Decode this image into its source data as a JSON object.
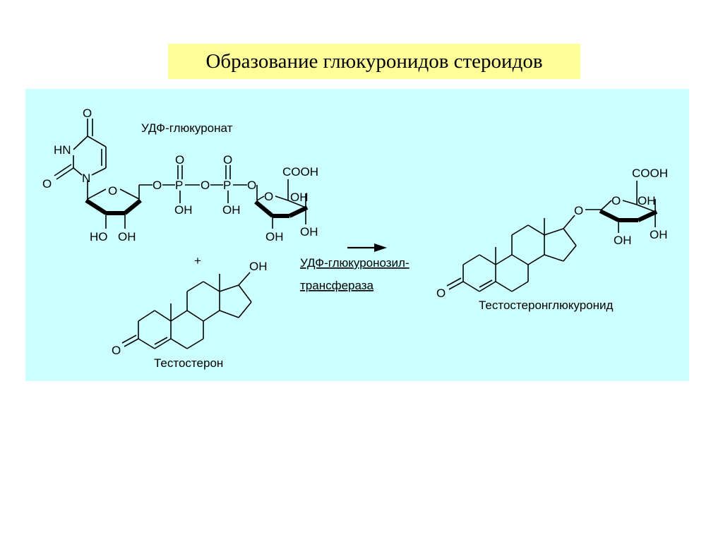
{
  "title": "Образование глюкуронидов стероидов",
  "udp_label": "УДФ-глюкуронат",
  "testosterone_label": "Тестостерон",
  "product_label": "Тестостеронглюкуронид",
  "enzyme_line1": "УДФ-глюкуронозил-",
  "enzyme_line2": "трансфераза",
  "plus": "+",
  "atoms": {
    "o": "O",
    "hn": "HN",
    "n": "N",
    "p": "P",
    "oh": "OH",
    "ho": "HO",
    "cooh": "COOH"
  },
  "colors": {
    "title_bg": "#ffff99",
    "panel_bg": "#ccffff"
  }
}
